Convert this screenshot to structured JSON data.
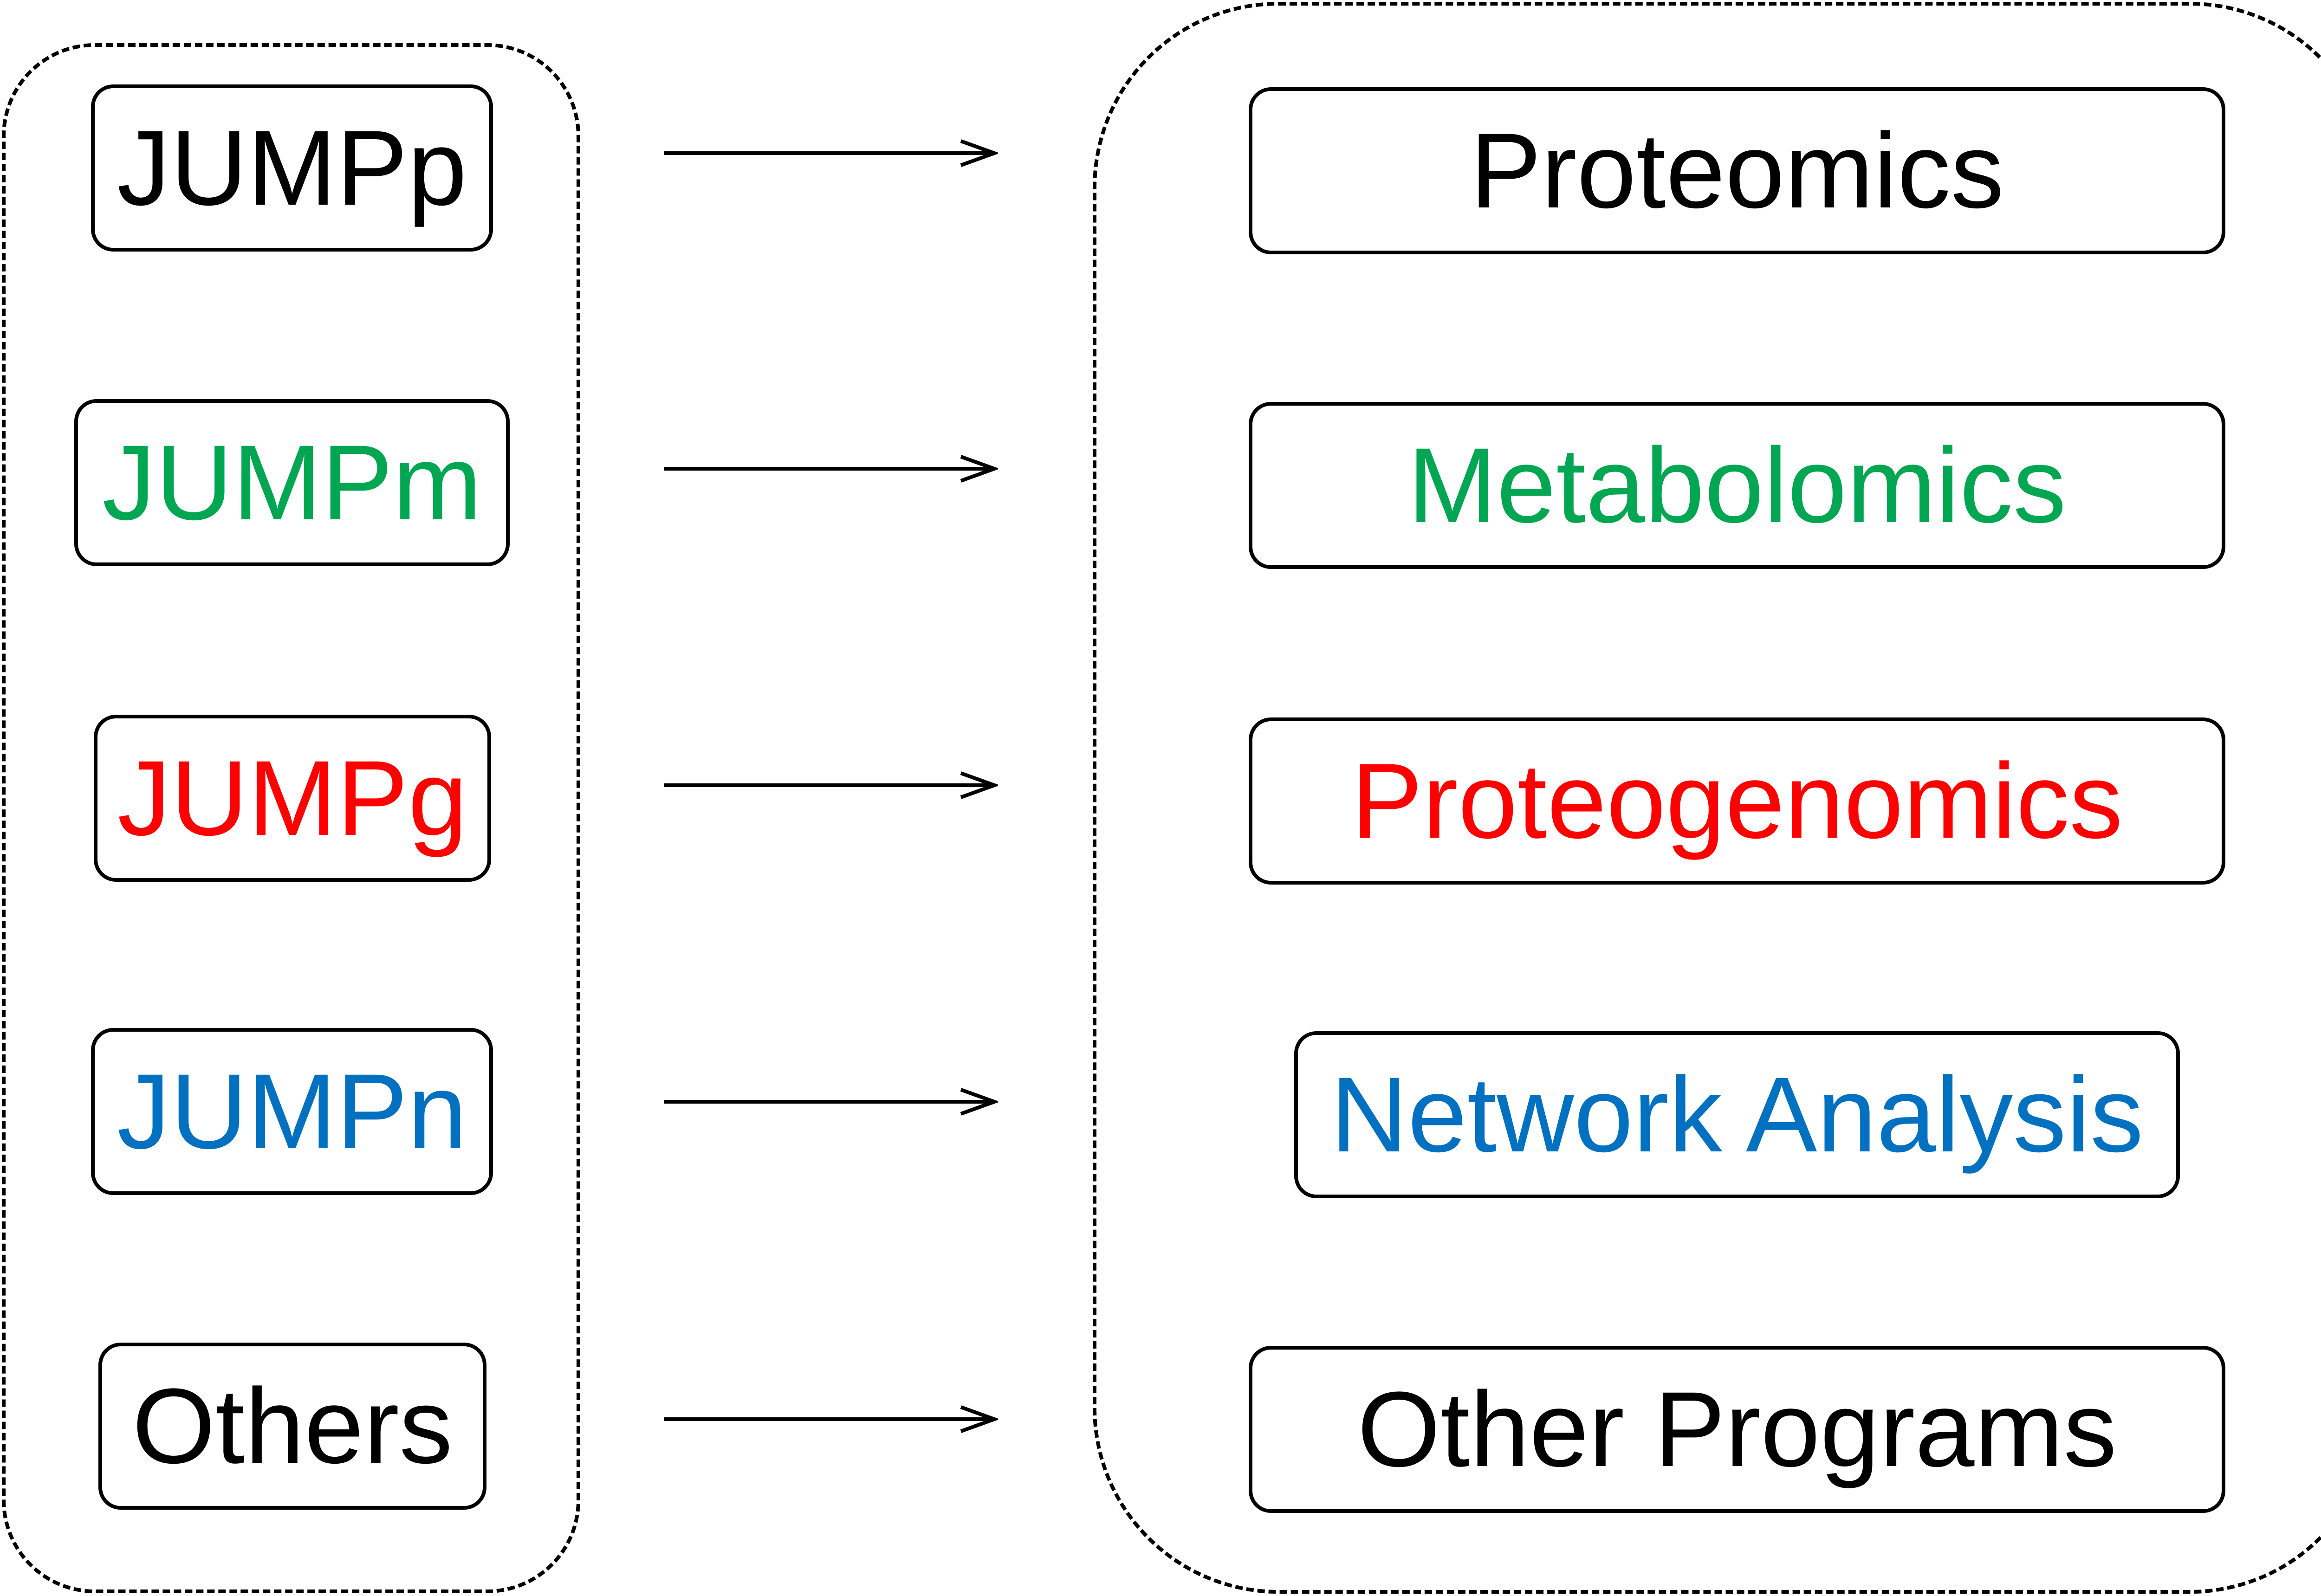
{
  "diagram": {
    "tools": [
      {
        "label": "JUMPp",
        "color": "#000000"
      },
      {
        "label": "JUMPm",
        "color": "#00a651"
      },
      {
        "label": "JUMPg",
        "color": "#ff0000"
      },
      {
        "label": "JUMPn",
        "color": "#0070c0"
      },
      {
        "label": "Others",
        "color": "#000000"
      }
    ],
    "applications": [
      {
        "label": "Proteomics",
        "color": "#000000"
      },
      {
        "label": "Metabolomics",
        "color": "#00a651"
      },
      {
        "label": "Proteogenomics",
        "color": "#ff0000"
      },
      {
        "label": "Network Analysis",
        "color": "#0070c0"
      },
      {
        "label": "Other Programs",
        "color": "#000000"
      }
    ]
  }
}
